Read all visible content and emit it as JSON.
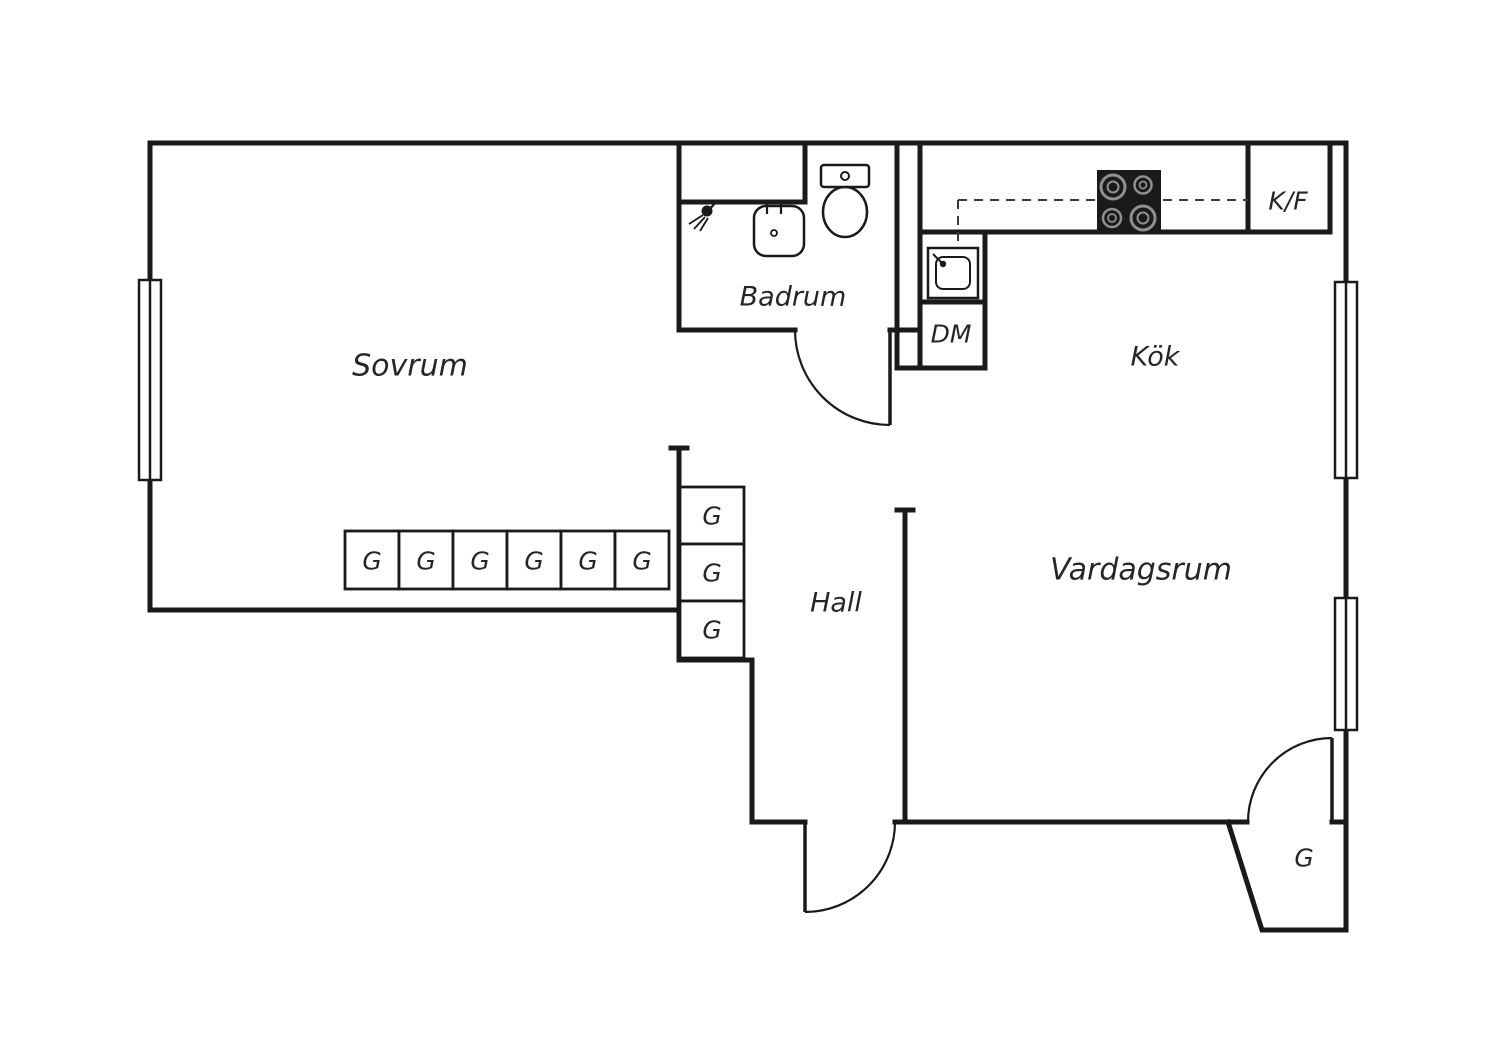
{
  "plan": {
    "rooms": {
      "sovrum": "Sovrum",
      "badrum": "Badrum",
      "kok": "Kök",
      "hall": "Hall",
      "vardagsrum": "Vardagsrum"
    },
    "labels": {
      "dishwasher": "DM",
      "fridge_freezer": "K/F",
      "wardrobe": "G"
    },
    "colors": {
      "background": "#ffffff",
      "wall": "#1a1a1a",
      "stove_fill": "#1a1a1a",
      "burner_ring": "#8f8f8f",
      "dashed_line": "#3a3a3a"
    }
  }
}
